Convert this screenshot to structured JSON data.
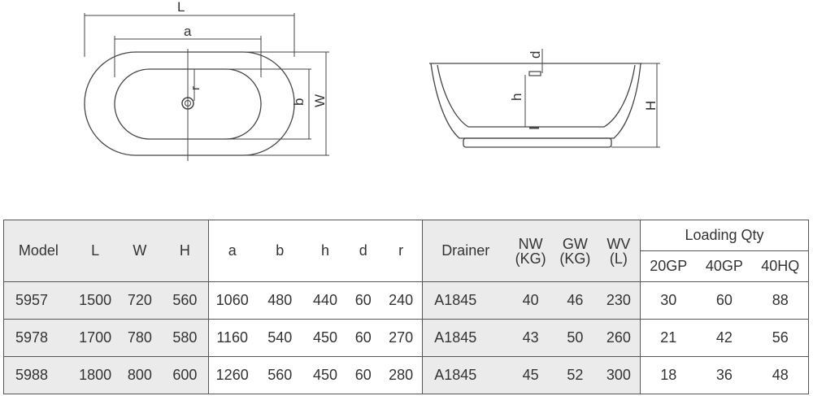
{
  "drawing": {
    "top_view_labels": {
      "L": "L",
      "a": "a",
      "b": "b",
      "W": "W",
      "r": "r"
    },
    "side_view_labels": {
      "d": "d",
      "h": "h",
      "H": "H"
    }
  },
  "table": {
    "headers": {
      "model": "Model",
      "L": "L",
      "W": "W",
      "H": "H",
      "a": "a",
      "b": "b",
      "h": "h",
      "d": "d",
      "r": "r",
      "drainer": "Drainer",
      "nw": "NW",
      "nw_unit": "(KG)",
      "gw": "GW",
      "gw_unit": "(KG)",
      "wv": "WV",
      "wv_unit": "(L)",
      "loading": "Loading Qty",
      "q20": "20GP",
      "q40": "40GP",
      "q40hq": "40HQ"
    },
    "rows": [
      {
        "model": "5957",
        "L": "1500",
        "W": "720",
        "H": "560",
        "a": "1060",
        "b": "480",
        "h": "440",
        "d": "60",
        "r": "240",
        "drainer": "A1845",
        "nw": "40",
        "gw": "46",
        "wv": "230",
        "q20": "30",
        "q40": "60",
        "q40hq": "88"
      },
      {
        "model": "5978",
        "L": "1700",
        "W": "780",
        "H": "580",
        "a": "1160",
        "b": "540",
        "h": "450",
        "d": "60",
        "r": "270",
        "drainer": "A1845",
        "nw": "43",
        "gw": "50",
        "wv": "260",
        "q20": "21",
        "q40": "42",
        "q40hq": "56"
      },
      {
        "model": "5988",
        "L": "1800",
        "W": "800",
        "H": "600",
        "a": "1260",
        "b": "560",
        "h": "450",
        "d": "60",
        "r": "280",
        "drainer": "A1845",
        "nw": "45",
        "gw": "52",
        "wv": "300",
        "q20": "18",
        "q40": "36",
        "q40hq": "48"
      }
    ]
  }
}
